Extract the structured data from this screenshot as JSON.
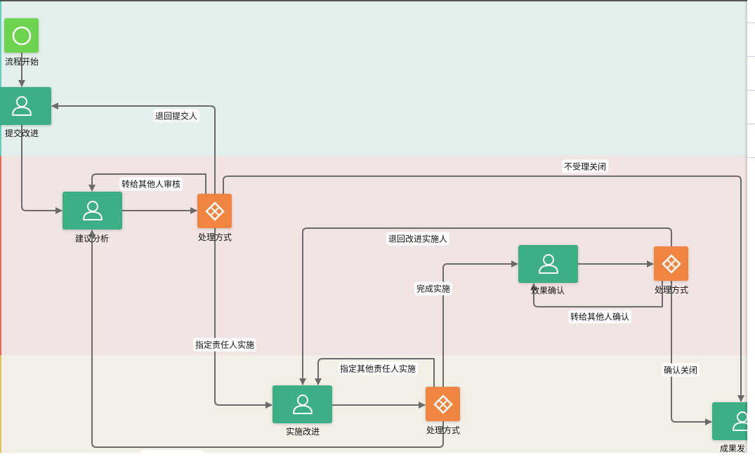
{
  "colors": {
    "task": "#3daf86",
    "gateway": "#ef8540",
    "start": "#6dd44f",
    "edge": "#6b6b6b",
    "lanes": [
      {
        "bg": "#e3efec",
        "strip": "#5fcfbf"
      },
      {
        "bg": "#f2e4e2",
        "strip": "#e8675a"
      },
      {
        "bg": "#f1efe6",
        "strip": "#e0c25a"
      }
    ]
  },
  "nodes": {
    "start": {
      "label": "流程开始",
      "icon": "circle-icon"
    },
    "submit": {
      "label": "提交改进",
      "icon": "user-icon"
    },
    "analysis": {
      "label": "建议分析",
      "icon": "user-icon"
    },
    "gw1": {
      "label": "处理方式",
      "icon": "gateway-icon"
    },
    "confirm": {
      "label": "效果确认",
      "icon": "user-icon"
    },
    "gw2": {
      "label": "处理方式",
      "icon": "gateway-icon"
    },
    "implement": {
      "label": "实施改进",
      "icon": "user-icon"
    },
    "gw3": {
      "label": "处理方式",
      "icon": "gateway-icon"
    },
    "result": {
      "label": "成果发",
      "icon": "user-icon"
    }
  },
  "edges": {
    "return_submitter": "退回提交人",
    "transfer_review": "转给其他人审核",
    "reject_close": "不受理关闭",
    "assign_owner": "指定责任人实施",
    "return_implementer": "退回改进实施人",
    "done": "完成实施",
    "transfer_confirm": "转给其他人确认",
    "assign_other": "指定其他责任人实施",
    "confirm_close": "确认关闭"
  }
}
